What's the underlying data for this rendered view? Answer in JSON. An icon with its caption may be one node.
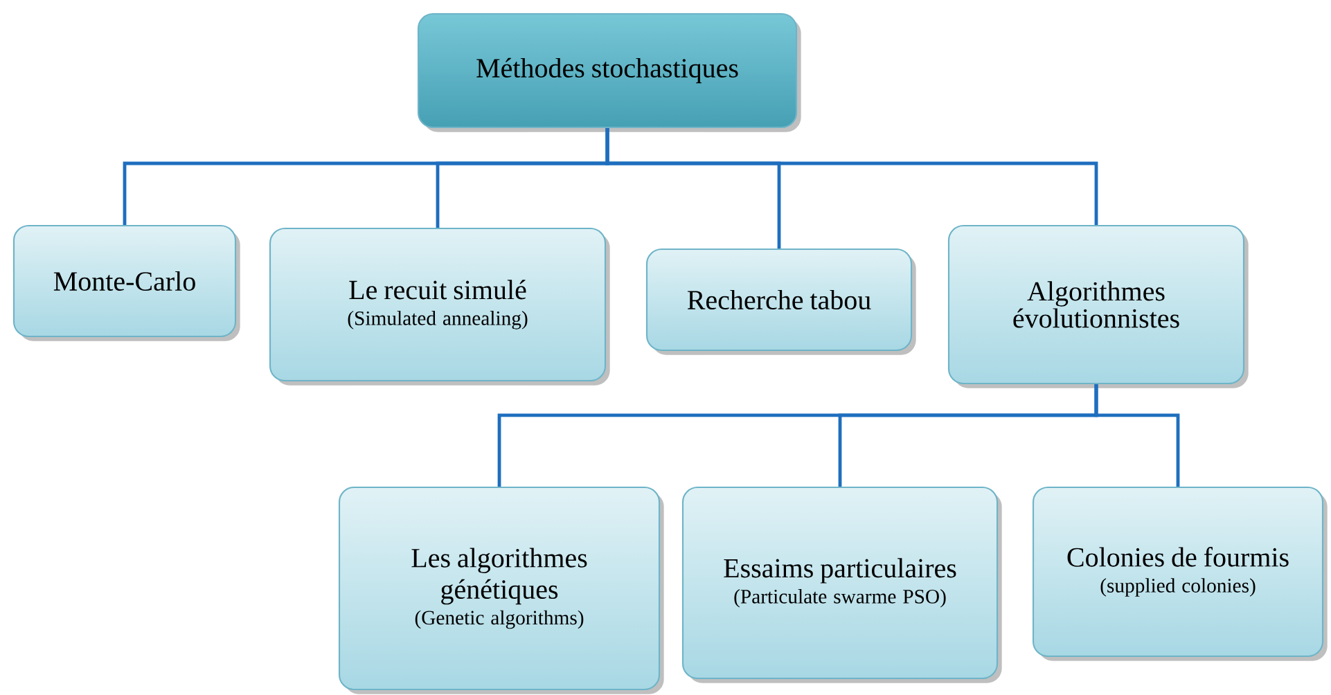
{
  "diagram": {
    "nodes": [
      {
        "text": [
          "Méthodes stochastiques"
        ]
      },
      {
        "text": [
          "Monte-Carlo"
        ]
      },
      {
        "text": [
          "Le recuit simulé",
          "(Simulated annealing)"
        ]
      },
      {
        "text": [
          "Recherche tabou"
        ]
      },
      {
        "text": [
          "Algorithmes évolutionnistes"
        ]
      },
      {
        "text": [
          "Les algorithmes génétiques",
          "(Genetic algorithms)"
        ]
      },
      {
        "text": [
          "Essaims particulaires",
          "(Particulate swarme PSO)"
        ]
      },
      {
        "text": [
          "Colonies de fourmis",
          "(supplied colonies)"
        ]
      }
    ],
    "edges": [
      {
        "from": 0,
        "to": 1,
        "arrow": "none"
      },
      {
        "from": 0,
        "to": 2,
        "arrow": "none"
      },
      {
        "from": 0,
        "to": 3,
        "arrow": "none"
      },
      {
        "from": 0,
        "to": 4,
        "arrow": "none"
      },
      {
        "from": 4,
        "to": 5,
        "arrow": "none"
      },
      {
        "from": 4,
        "to": 6,
        "arrow": "none"
      },
      {
        "from": 4,
        "to": 7,
        "arrow": "none"
      }
    ]
  }
}
